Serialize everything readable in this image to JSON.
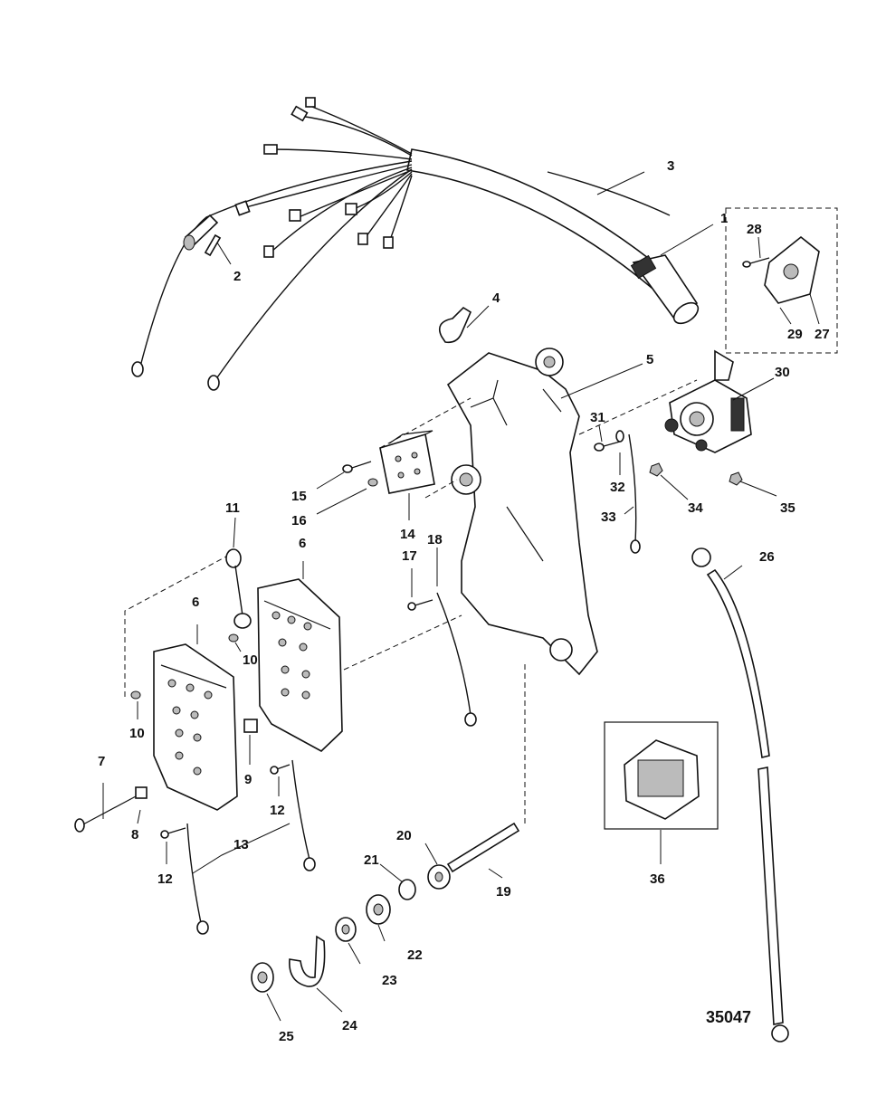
{
  "figure_number": "35047",
  "callouts": [
    {
      "id": "c1",
      "text": "1"
    },
    {
      "id": "c2",
      "text": "2"
    },
    {
      "id": "c3",
      "text": "3"
    },
    {
      "id": "c4",
      "text": "4"
    },
    {
      "id": "c5",
      "text": "5"
    },
    {
      "id": "c6a",
      "text": "6"
    },
    {
      "id": "c6b",
      "text": "6"
    },
    {
      "id": "c7",
      "text": "7"
    },
    {
      "id": "c8",
      "text": "8"
    },
    {
      "id": "c9",
      "text": "9"
    },
    {
      "id": "c10a",
      "text": "10"
    },
    {
      "id": "c10b",
      "text": "10"
    },
    {
      "id": "c11",
      "text": "11"
    },
    {
      "id": "c12a",
      "text": "12"
    },
    {
      "id": "c12b",
      "text": "12"
    },
    {
      "id": "c13",
      "text": "13"
    },
    {
      "id": "c14",
      "text": "14"
    },
    {
      "id": "c15",
      "text": "15"
    },
    {
      "id": "c16",
      "text": "16"
    },
    {
      "id": "c17",
      "text": "17"
    },
    {
      "id": "c18",
      "text": "18"
    },
    {
      "id": "c19",
      "text": "19"
    },
    {
      "id": "c20",
      "text": "20"
    },
    {
      "id": "c21",
      "text": "21"
    },
    {
      "id": "c22",
      "text": "22"
    },
    {
      "id": "c23",
      "text": "23"
    },
    {
      "id": "c24",
      "text": "24"
    },
    {
      "id": "c25",
      "text": "25"
    },
    {
      "id": "c26",
      "text": "26"
    },
    {
      "id": "c27",
      "text": "27"
    },
    {
      "id": "c28",
      "text": "28"
    },
    {
      "id": "c29",
      "text": "29"
    },
    {
      "id": "c30",
      "text": "30"
    },
    {
      "id": "c31",
      "text": "31"
    },
    {
      "id": "c32",
      "text": "32"
    },
    {
      "id": "c33",
      "text": "33"
    },
    {
      "id": "c34",
      "text": "34"
    },
    {
      "id": "c35",
      "text": "35"
    },
    {
      "id": "c36",
      "text": "36"
    }
  ]
}
